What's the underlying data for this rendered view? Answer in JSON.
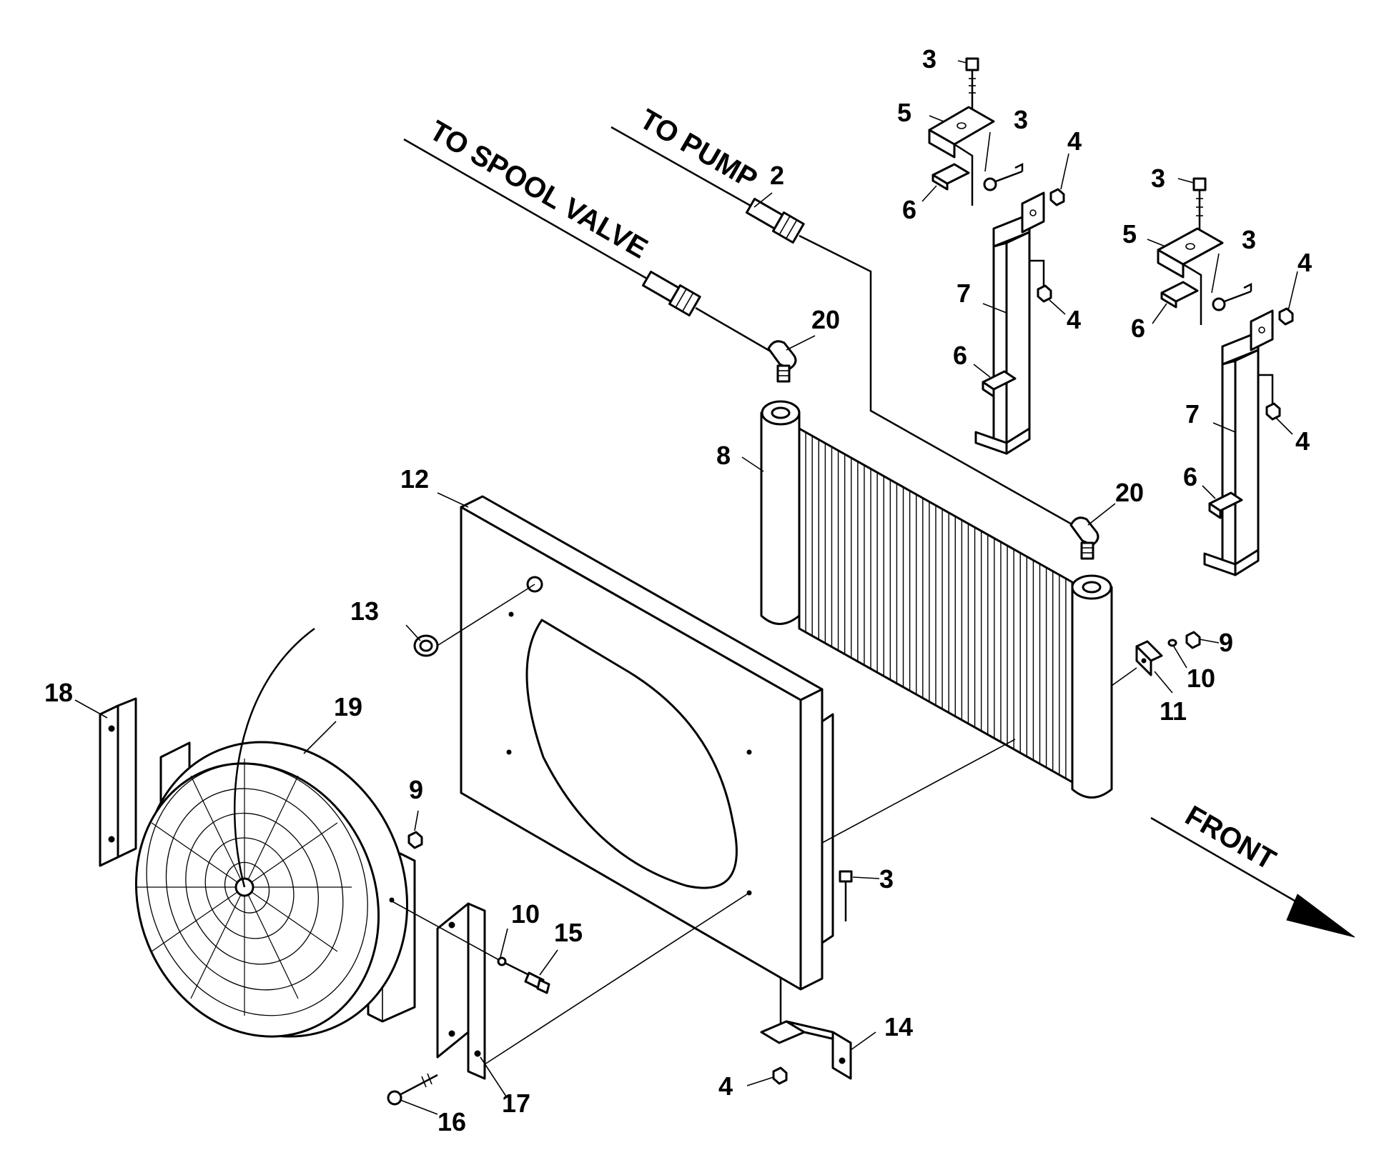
{
  "labels": {
    "to_spool_valve": "TO SPOOL VALVE",
    "to_pump": "TO PUMP",
    "front": "FRONT"
  },
  "callouts": {
    "c2": "2",
    "c3": "3",
    "c4": "4",
    "c5": "5",
    "c6": "6",
    "c7": "7",
    "c8": "8",
    "c9": "9",
    "c10": "10",
    "c11": "11",
    "c12": "12",
    "c13": "13",
    "c14": "14",
    "c15": "15",
    "c16": "16",
    "c17": "17",
    "c18": "18",
    "c19": "19",
    "c20": "20"
  }
}
